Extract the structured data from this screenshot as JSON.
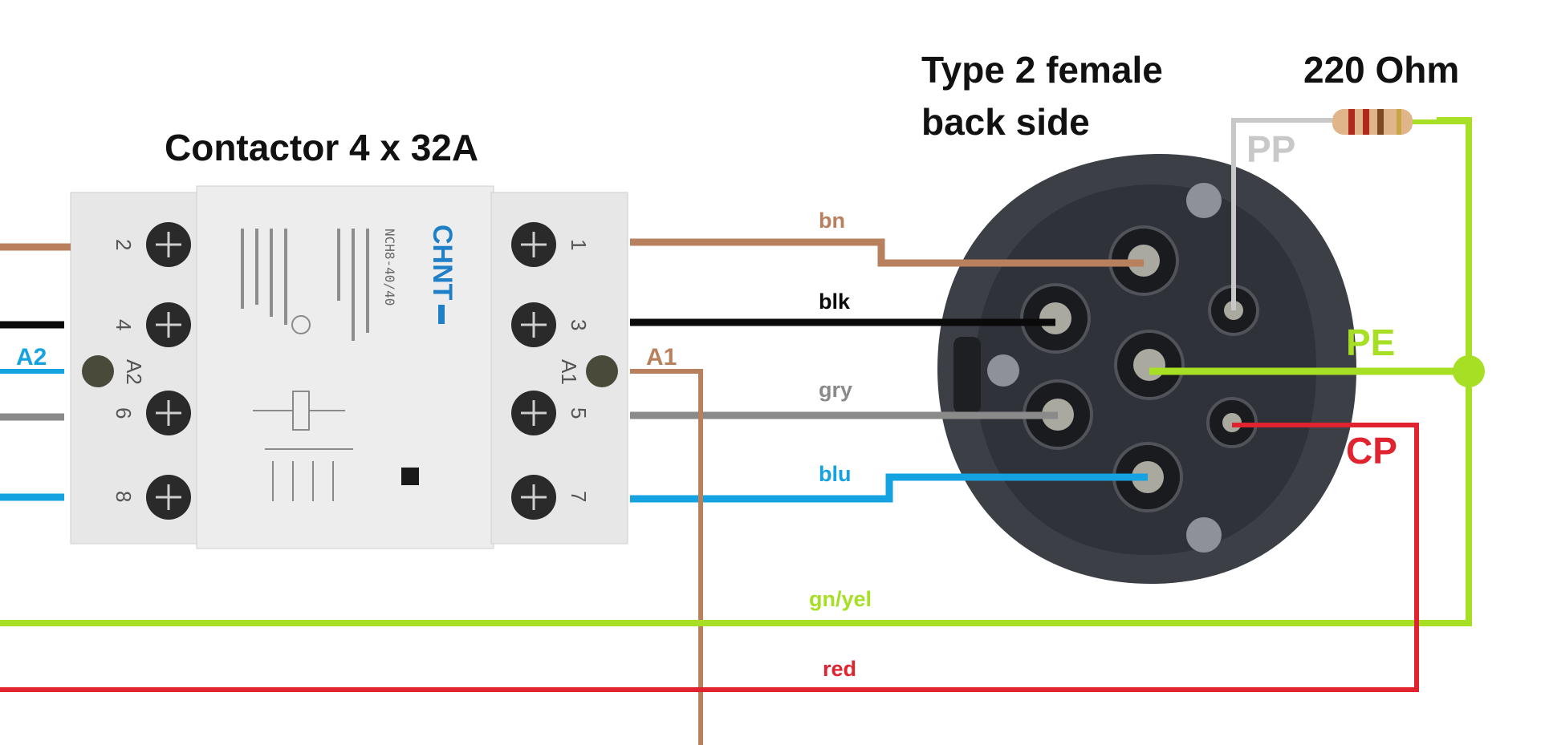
{
  "titles": {
    "contactor": "Contactor  4 x 32A",
    "connector_line1": "Type 2 female",
    "connector_line2": "back side",
    "resistor": "220 Ohm"
  },
  "contactor": {
    "brand": "CHNT",
    "model": "NCH8-40/40",
    "terminals_left": [
      "2",
      "4",
      "A2",
      "6",
      "8"
    ],
    "terminals_right": [
      "1",
      "3",
      "A1",
      "5",
      "7"
    ],
    "coil_left": "A2",
    "coil_right": "A1"
  },
  "wires": {
    "bn": "bn",
    "blk": "blk",
    "gry": "gry",
    "blu": "blu",
    "gn_yel": "gn/yel",
    "red": "red"
  },
  "pins": {
    "pp": "PP",
    "pe": "PE",
    "cp": "CP"
  },
  "colors": {
    "brown": "#b9805d",
    "black": "#0a0a0a",
    "grey": "#8a8a8a",
    "blue": "#14a3e0",
    "green_yellow": "#a6df23",
    "red": "#e0242f",
    "light_grey": "#c8c8c8"
  }
}
